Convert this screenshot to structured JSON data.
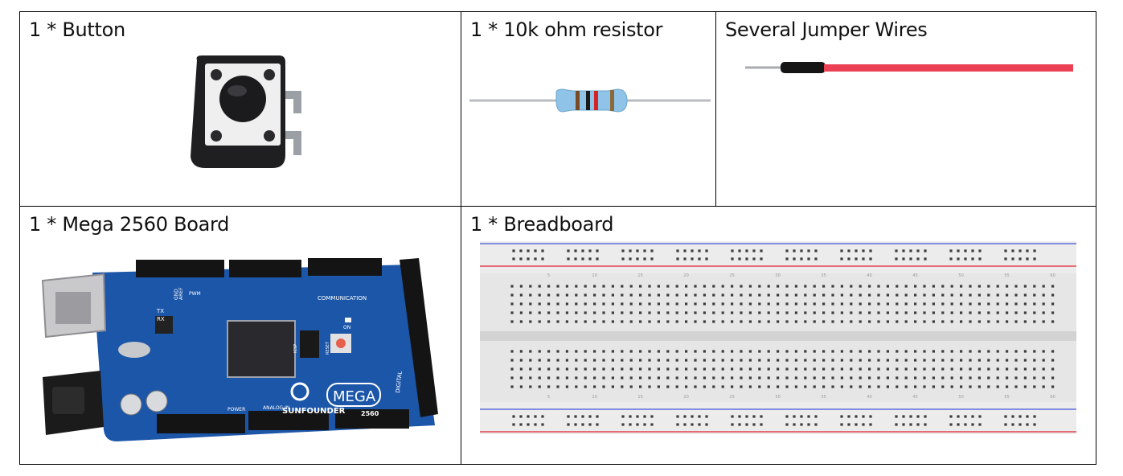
{
  "items": [
    {
      "label": "1 * Button"
    },
    {
      "label": "1 * 10k ohm resistor"
    },
    {
      "label": "Several Jumper Wires"
    },
    {
      "label": "1 * Mega 2560 Board"
    },
    {
      "label": "1 * Breadboard"
    }
  ],
  "board_printing": {
    "brand": "SUNFOUNDER",
    "model": "MEGA",
    "model_number": "2560",
    "communication": "COMMUNICATION",
    "digital": "DIGITAL",
    "power": "POWER",
    "analog_in": "ANALOG IN",
    "pwm": "PWM",
    "aref": "AREF",
    "gnd": "GND",
    "tx": "TX",
    "rx": "RX",
    "on": "ON",
    "icsp": "ICSP",
    "reset": "RESET"
  },
  "breadboard_columns": [
    "5",
    "10",
    "15",
    "20",
    "25",
    "30",
    "35",
    "40",
    "45",
    "50",
    "55",
    "60"
  ],
  "colors": {
    "border": "#000000",
    "wire_red": "#ec4155",
    "board_blue": "#1c56a8",
    "rail_blue": "#5d6fd8",
    "rail_red": "#e0444e"
  }
}
